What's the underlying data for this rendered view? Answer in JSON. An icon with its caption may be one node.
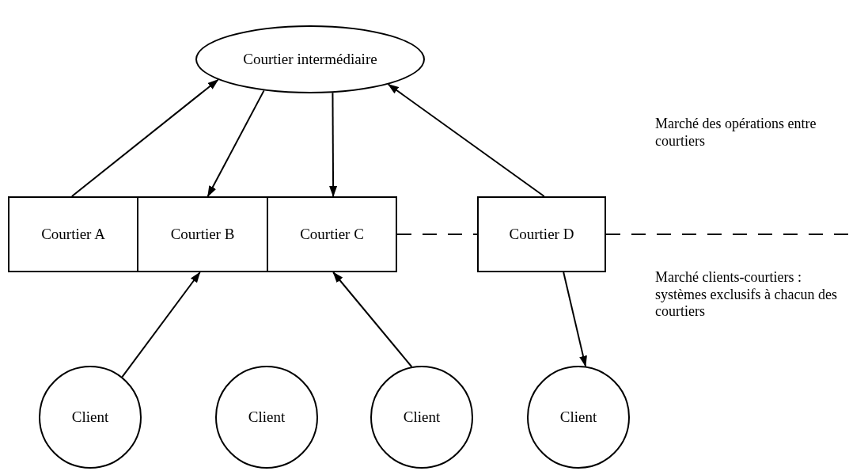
{
  "diagram": {
    "nodes": [
      {
        "text": [
          "Courtier intermédiaire"
        ]
      },
      {
        "text": [
          "Courtier A"
        ]
      },
      {
        "text": [
          "Courtier B"
        ]
      },
      {
        "text": [
          "Courtier C"
        ]
      },
      {
        "text": [
          "Courtier D"
        ]
      },
      {
        "text": [
          "Client"
        ]
      },
      {
        "text": [
          "Client"
        ]
      },
      {
        "text": [
          "Client"
        ]
      },
      {
        "text": [
          "Client"
        ]
      }
    ],
    "edges": [
      {
        "from": 1,
        "to": 0,
        "arrow": "to"
      },
      {
        "from": 0,
        "to": 2,
        "arrow": "to"
      },
      {
        "from": 0,
        "to": 3,
        "arrow": "to"
      },
      {
        "from": 4,
        "to": 0,
        "arrow": "to"
      },
      {
        "from": 5,
        "to": 2,
        "arrow": "to"
      },
      {
        "from": 7,
        "to": 3,
        "arrow": "to"
      },
      {
        "from": 4,
        "to": 8,
        "arrow": "to"
      },
      {
        "from": 3,
        "to": 4,
        "arrow": "none",
        "style": "dashed"
      },
      {
        "from": 4,
        "to": null,
        "arrow": "none",
        "style": "dashed"
      }
    ],
    "labels": [
      "Marché des opérations entre courtiers",
      "Marché clients-courtiers : systèmes exclusifs à chacun des courtiers"
    ]
  }
}
